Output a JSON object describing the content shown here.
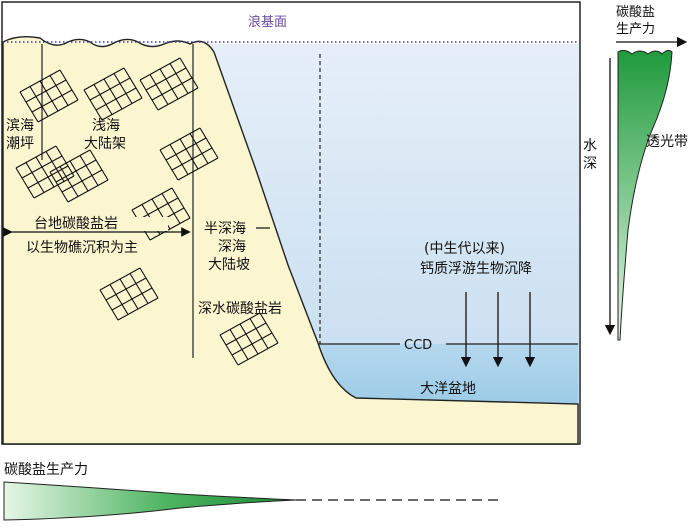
{
  "labels": {
    "wave_base": "浪基面",
    "littoral_1": "滨海",
    "littoral_2": "潮坪",
    "neritic_1": "浅海",
    "neritic_2": "大陆架",
    "platform_1": "台地碳酸盐岩",
    "platform_2": "以生物礁沉积为主",
    "bathyal_1": "半深海",
    "bathyal_2": "深海",
    "bathyal_3": "大陆坡",
    "deepwater_carbonate": "深水碳酸盐岩",
    "mesozoic_1": "(中生代以来)",
    "mesozoic_2": "钙质浮游生物沉降",
    "ccd": "CCD",
    "ocean_basin": "大洋盆地",
    "productivity_top_1": "碳酸盐",
    "productivity_top_2": "生产力",
    "water_depth_1": "水",
    "water_depth_2": "深",
    "photic_zone": "透光带",
    "productivity_bottom": "碳酸盐生产力"
  },
  "colors": {
    "land_fill": "#fbf6d0",
    "water_top": "#e4eef8",
    "water_bottom": "#c6dcee",
    "below_ccd": "#a9d1e9",
    "wave_base_line": "#3b3b9a",
    "wave_base_text": "#6b4a9a",
    "productivity_green": "#2fa04a"
  }
}
